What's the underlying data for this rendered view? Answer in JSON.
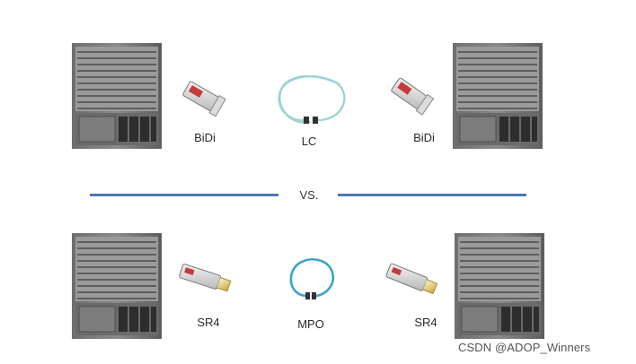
{
  "top_row": {
    "left_transceiver_label": "BiDi",
    "cable_label": "LC",
    "right_transceiver_label": "BiDi"
  },
  "separator": {
    "label": "VS."
  },
  "bottom_row": {
    "left_transceiver_label": "SR4",
    "cable_label": "MPO",
    "right_transceiver_label": "SR4"
  },
  "watermark": {
    "text": "CSDN @ADOP_Winners"
  },
  "colors": {
    "divider": "#4a78b5",
    "lc_cable": "#9fd3d6",
    "mpo_cable": "#3fa3c4",
    "bidi_module_tab": "#c43b3b",
    "sr4_module_pull": "#d6b23a"
  }
}
